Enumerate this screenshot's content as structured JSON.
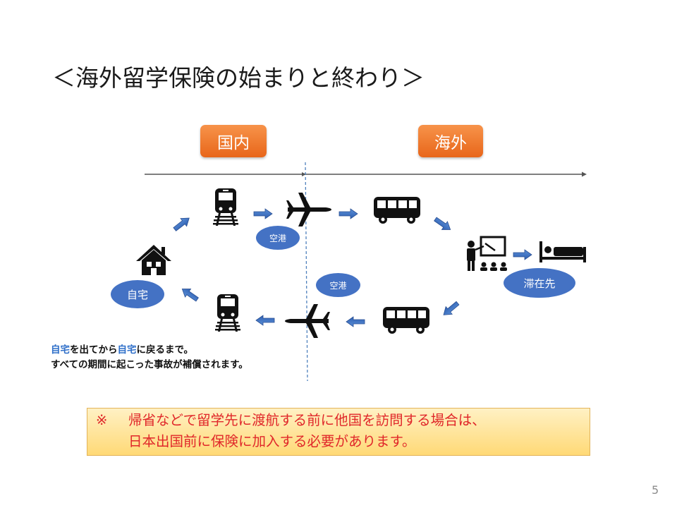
{
  "title": "＜海外留学保険の始まりと終わり＞",
  "regions": {
    "domestic": "国内",
    "overseas": "海外"
  },
  "labels": {
    "home": "自宅",
    "airport_outbound": "空港",
    "airport_return": "空港",
    "destination": "滞在先"
  },
  "note": {
    "line1_a": "自宅",
    "line1_b": "を出てから",
    "line1_c": "自宅",
    "line1_d": "に戻るまで。",
    "line2": "すべての期間に起こった事故が補償されます。"
  },
  "caution": {
    "mark": "※",
    "line1": "帰省などで留学先に渡航する前に他国を訪問する場合は、",
    "line2": "日本出国前に保険に加入する必要があります。"
  },
  "page_number": "5",
  "colors": {
    "accent_orange": "#ed7d31",
    "oval_blue": "#4472c4",
    "caution_text": "#e0272a"
  }
}
